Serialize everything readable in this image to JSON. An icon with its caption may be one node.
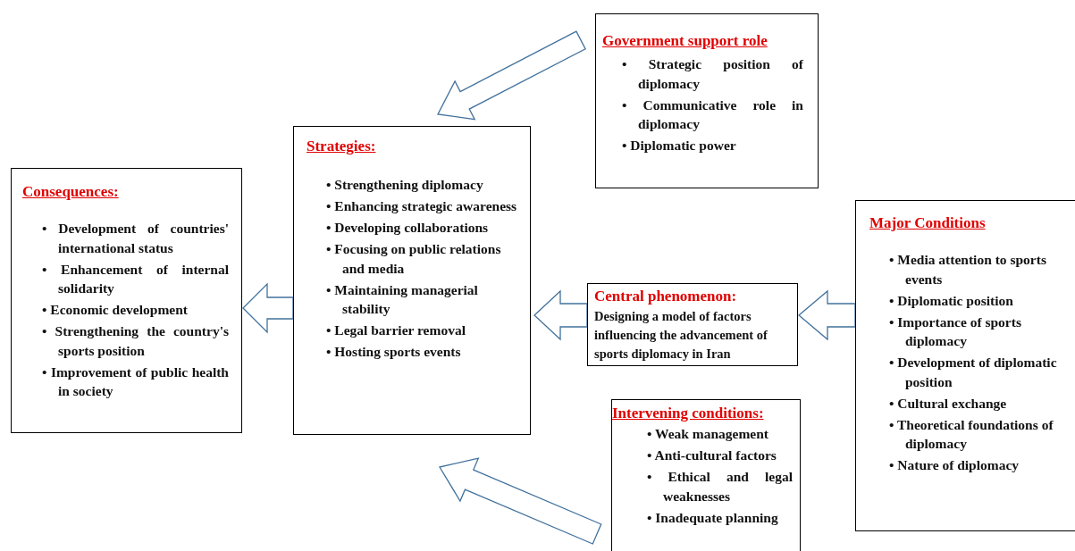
{
  "diagram": {
    "nodes": [
      {
        "text": [
          "Government support role",
          "• Strategic position of diplomacy",
          "• Communicative role in diplomacy",
          "• Diplomatic power"
        ]
      },
      {
        "text": [
          "Strategies:",
          "• Strengthening diplomacy",
          "• Enhancing strategic awareness",
          "• Developing collaborations",
          "• Focusing on public relations and media",
          "• Maintaining managerial stability",
          "• Legal barrier removal",
          "• Hosting sports events"
        ]
      },
      {
        "text": [
          "Consequences:",
          "• Development of countries' international status",
          "• Enhancement of internal solidarity",
          "• Economic development",
          "• Strengthening the country's sports position",
          "• Improvement of public health in society"
        ]
      },
      {
        "text": [
          "Central phenomenon:",
          "Designing a model of factors influencing the advancement of sports diplomacy in Iran"
        ]
      },
      {
        "text": [
          "Major Conditions",
          "• Media attention to sports events",
          "• Diplomatic position",
          "• Importance of sports diplomacy",
          "• Development of diplomatic position",
          "• Cultural exchange",
          "• Theoretical foundations of diplomacy",
          "• Nature of diplomacy"
        ]
      },
      {
        "text": [
          "Intervening conditions:",
          "• Weak management",
          "• Anti-cultural factors",
          "• Ethical and legal weaknesses",
          "• Inadequate planning"
        ]
      }
    ],
    "edges": [
      {
        "from": 0,
        "to": 1,
        "arrow": "to"
      },
      {
        "from": 5,
        "to": 1,
        "arrow": "to"
      },
      {
        "from": 1,
        "to": 2,
        "arrow": "to"
      },
      {
        "from": 3,
        "to": 1,
        "arrow": "to"
      },
      {
        "from": 4,
        "to": 3,
        "arrow": "to"
      }
    ]
  }
}
